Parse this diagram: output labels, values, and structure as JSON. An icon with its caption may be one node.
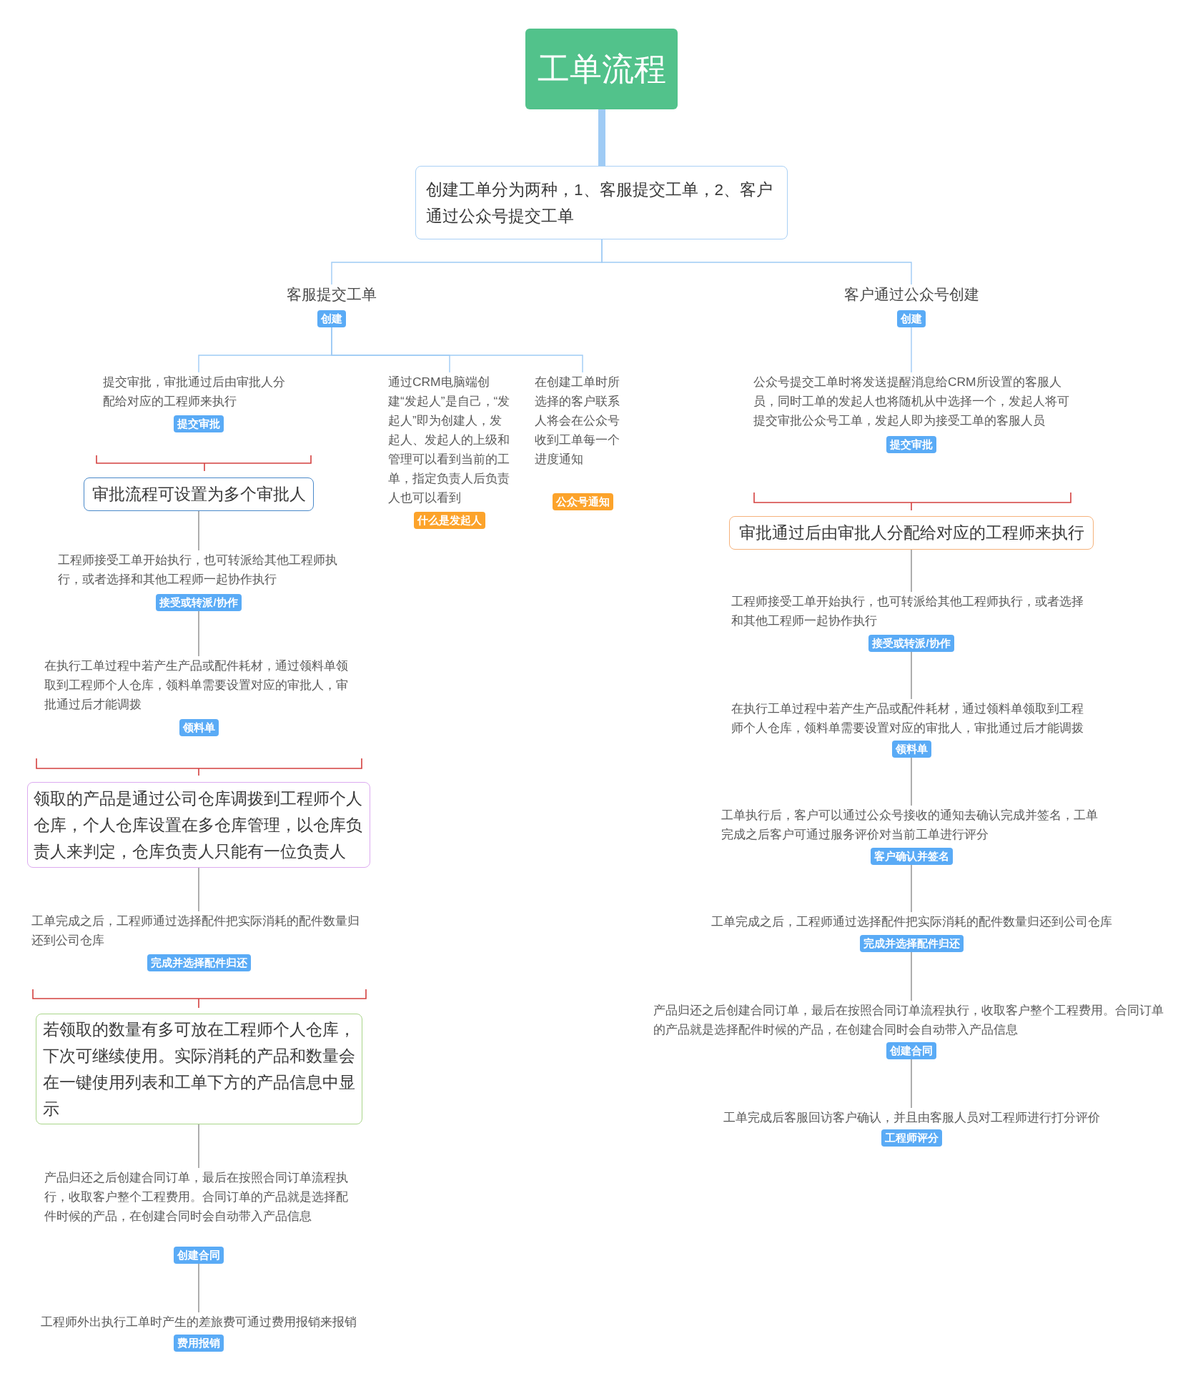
{
  "diagram": {
    "nodes": [
      {
        "text": [
          "工单流程"
        ]
      },
      {
        "text": [
          "创建工单分为两种，1、客服提交工单，2、客户通过公众号提交工单"
        ]
      },
      {
        "text": [
          "客服提交工单",
          "创建"
        ]
      },
      {
        "text": [
          "客户通过公众号创建",
          "创建"
        ]
      },
      {
        "text": [
          "提交审批，审批通过后由审批人分配给对应的工程师来执行",
          "提交审批"
        ]
      },
      {
        "text": [
          "审批流程可设置为多个审批人"
        ]
      },
      {
        "text": [
          "工程师接受工单开始执行，也可转派给其他工程师执行，或者选择和其他工程师一起协作执行",
          "接受或转派/协作"
        ]
      },
      {
        "text": [
          "在执行工单过程中若产生产品或配件耗材，通过领料单领取到工程师个人仓库，领料单需要设置对应的审批人，审批通过后才能调拨",
          "领料单"
        ]
      },
      {
        "text": [
          "领取的产品是通过公司仓库调拨到工程师个人仓库，个人仓库设置在多仓库管理，以仓库负责人来判定，仓库负责人只能有一位负责人"
        ]
      },
      {
        "text": [
          "工单完成之后，工程师通过选择配件把实际消耗的配件数量归还到公司仓库",
          "完成并选择配件归还"
        ]
      },
      {
        "text": [
          "若领取的数量有多可放在工程师个人仓库，下次可继续使用。实际消耗的产品和数量会在一键使用列表和工单下方的产品信息中显示"
        ]
      },
      {
        "text": [
          "产品归还之后创建合同订单，最后在按照合同订单流程执行，收取客户整个工程费用。合同订单的产品就是选择配件时候的产品，在创建合同时会自动带入产品信息",
          "创建合同"
        ]
      },
      {
        "text": [
          "工程师外出执行工单时产生的差旅费可通过费用报销来报销",
          "费用报销"
        ]
      },
      {
        "text": [
          "通过CRM电脑端创建“发起人”是自己，“发起人”即为创建人，发起人、发起人的上级和管理可以看到当前的工单，指定负责人后负责人也可以看到",
          "什么是发起人"
        ]
      },
      {
        "text": [
          "在创建工单时所选择的客户联系人将会在公众号收到工单每一个进度通知",
          "公众号通知"
        ]
      },
      {
        "text": [
          "公众号提交工单时将发送提醒消息给CRM所设置的客服人员，同时工单的发起人也将随机从中选择一个，发起人将可提交审批公众号工单，发起人即为接受工单的客服人员",
          "提交审批"
        ]
      },
      {
        "text": [
          "审批通过后由审批人分配给对应的工程师来执行"
        ]
      },
      {
        "text": [
          "工程师接受工单开始执行，也可转派给其他工程师执行，或者选择和其他工程师一起协作执行",
          "接受或转派/协作"
        ]
      },
      {
        "text": [
          "在执行工单过程中若产生产品或配件耗材，通过领料单领取到工程师个人仓库，领料单需要设置对应的审批人，审批通过后才能调拨",
          "领料单"
        ]
      },
      {
        "text": [
          "工单执行后，客户可以通过公众号接收的通知去确认完成并签名，工单完成之后客户可通过服务评价对当前工单进行评分",
          "客户确认并签名"
        ]
      },
      {
        "text": [
          "工单完成之后，工程师通过选择配件把实际消耗的配件数量归还到公司仓库",
          "完成并选择配件归还"
        ]
      },
      {
        "text": [
          "产品归还之后创建合同订单，最后在按照合同订单流程执行，收取客户整个工程费用。合同订单的产品就是选择配件时候的产品，在创建合同时会自动带入产品信息",
          "创建合同"
        ]
      },
      {
        "text": [
          "工单完成后客服回访客户确认，并且由客服人员对工程师进行打分评价",
          "工程师评分"
        ]
      }
    ],
    "edges": [
      {
        "from": 0,
        "to": 1,
        "arrow": "none",
        "style": "thick",
        "color": "#9fcbf5"
      },
      {
        "from": 1,
        "to": 2,
        "arrow": "none",
        "color": "#9fcbf5"
      },
      {
        "from": 1,
        "to": 3,
        "arrow": "none",
        "color": "#9fcbf5"
      },
      {
        "from": 2,
        "to": 4,
        "arrow": "none",
        "color": "#9fcbf5"
      },
      {
        "from": 2,
        "to": 13,
        "arrow": "none",
        "color": "#9fcbf5"
      },
      {
        "from": 2,
        "to": 14,
        "arrow": "none",
        "color": "#9fcbf5"
      },
      {
        "from": 3,
        "to": 15,
        "arrow": "none",
        "color": "#9fcbf5"
      },
      {
        "from": 5,
        "to": 6,
        "arrow": "none"
      },
      {
        "from": 6,
        "to": 7,
        "arrow": "none"
      },
      {
        "from": 8,
        "to": 9,
        "arrow": "none"
      },
      {
        "from": 10,
        "to": 11,
        "arrow": "none"
      },
      {
        "from": 11,
        "to": 12,
        "arrow": "none"
      },
      {
        "from": 16,
        "to": 17,
        "arrow": "none"
      },
      {
        "from": 17,
        "to": 18,
        "arrow": "none"
      },
      {
        "from": 18,
        "to": 19,
        "arrow": "none"
      },
      {
        "from": 19,
        "to": 20,
        "arrow": "none"
      },
      {
        "from": 20,
        "to": 21,
        "arrow": "none"
      },
      {
        "from": 21,
        "to": 22,
        "arrow": "none"
      }
    ]
  }
}
